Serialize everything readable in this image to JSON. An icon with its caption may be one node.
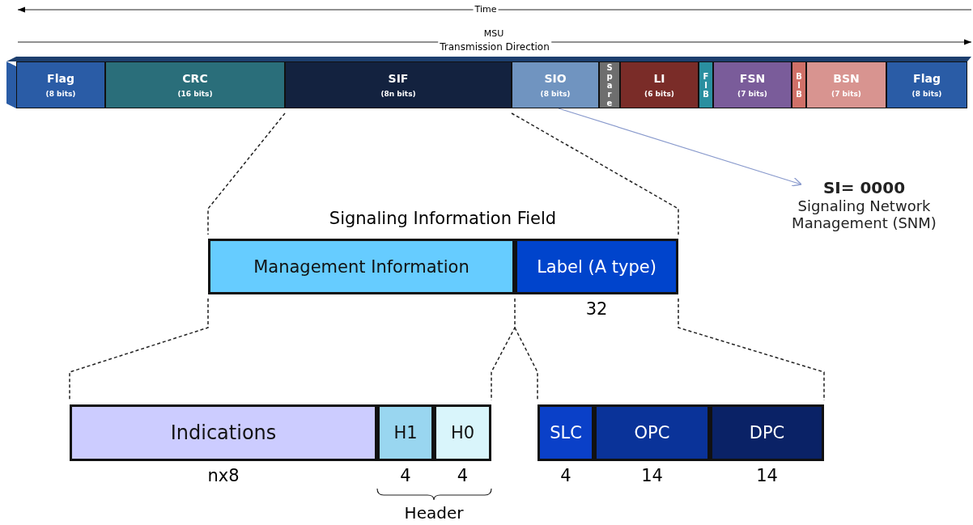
{
  "diagram": {
    "nodes": [
      {
        "text": [
          "Flag",
          "(8 bits)"
        ]
      },
      {
        "text": [
          "CRC",
          "(16 bits)"
        ]
      },
      {
        "text": [
          "SIF",
          "(8n bits)"
        ]
      },
      {
        "text": [
          "SIO",
          "(8 bits)"
        ]
      },
      {
        "text": [
          "Spare"
        ]
      },
      {
        "text": [
          "LI",
          "(6 bits)"
        ]
      },
      {
        "text": [
          "FIB"
        ]
      },
      {
        "text": [
          "FSN",
          "(7 bits)"
        ]
      },
      {
        "text": [
          "BIB"
        ]
      },
      {
        "text": [
          "BSN",
          "(7 bits)"
        ]
      },
      {
        "text": [
          "Flag",
          "(8 bits)"
        ]
      },
      {
        "text": [
          "SI= 0000",
          "Signaling Network Management (SNM)"
        ]
      },
      {
        "text": [
          "Management Information"
        ]
      },
      {
        "text": [
          "Label (A type)"
        ],
        "beside": [
          "32"
        ]
      },
      {
        "text": [
          "Indications"
        ],
        "beside": [
          "nx8"
        ]
      },
      {
        "text": [
          "H1"
        ],
        "beside": [
          "4"
        ]
      },
      {
        "text": [
          "H0"
        ],
        "beside": [
          "4"
        ]
      },
      {
        "text": [
          "SLC"
        ],
        "beside": [
          "4"
        ]
      },
      {
        "text": [
          "OPC"
        ],
        "beside": [
          "14"
        ]
      },
      {
        "text": [
          "DPC"
        ],
        "beside": [
          "14"
        ]
      }
    ],
    "edges": [
      {
        "from": 3,
        "to": 11,
        "arrow": "to"
      }
    ],
    "labels": [
      "Time",
      "MSU",
      "Transmission Direction",
      "Signaling Information Field",
      "Header"
    ]
  }
}
